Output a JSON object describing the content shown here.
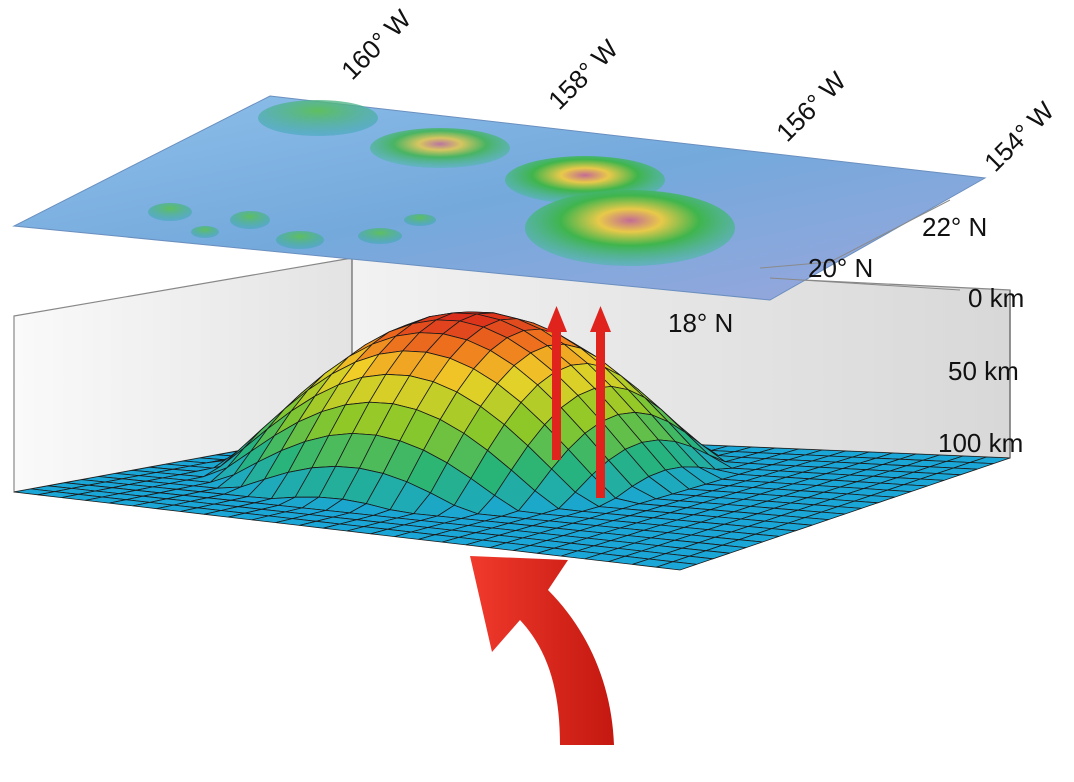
{
  "longitude_labels": [
    "160° W",
    "158° W",
    "156° W",
    "154° W"
  ],
  "latitude_labels": [
    "22° N",
    "20° N",
    "18° N"
  ],
  "depth_labels": [
    "0 km",
    "50 km",
    "100 km"
  ],
  "colors": {
    "ocean_floor": "#7fb4e0",
    "island_low": "#2db34a",
    "island_mid": "#e6d23a",
    "island_high": "#c66a8e",
    "mantle_base": "#1aa6d6",
    "mantle_peak": "#d8281c",
    "arrow": "#e0231c",
    "box_wall": "#e4e4e4"
  },
  "icons": [
    "upwelling-arrow",
    "curved-flow-arrow"
  ]
}
